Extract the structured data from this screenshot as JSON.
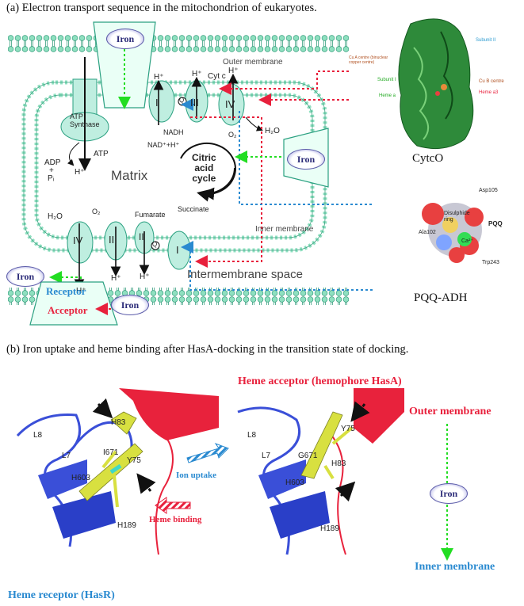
{
  "titles": {
    "a": "(a)  Electron transport sequence in the mitochondrion of eukaryotes.",
    "b": "(b)  Iron uptake and heme binding after HasA-docking in the transition state of docking."
  },
  "iron_label": "Iron",
  "membranes": {
    "outer": "Outer membrane",
    "inner": "Inner membrane",
    "intermembrane": "Intermembrane space",
    "matrix": "Matrix"
  },
  "complexes": {
    "I": "I",
    "II": "II",
    "III": "III",
    "IV": "IV",
    "cytc": "Cyt c",
    "q": "Q"
  },
  "atp": {
    "synthase": "ATP\nSynthase",
    "atp": "ATP",
    "adp": "ADP",
    "plus": "+",
    "pi": "Pᵢ",
    "hplus": "H⁺"
  },
  "metabolites": {
    "nadh": "NADH",
    "nad": "NAD⁺+H⁺",
    "h2o": "H₂O",
    "o2": "O₂",
    "fumarate": "Fumarate",
    "succinate": "Succinate",
    "citric": "Citric\nacid\ncycle"
  },
  "receptor": "Receptor",
  "acceptor": "Acceptor",
  "cytco": {
    "name": "CytcO",
    "labels": [
      "Subunit II",
      "Cu A centre (binuclear copper centre)",
      "Subunit I",
      "Cu B centre",
      "Heme a",
      "Heme a3"
    ]
  },
  "pqq": {
    "name": "PQQ-ADH",
    "labels": [
      "Asp105",
      "Disulphide ring",
      "PQQ",
      "Ala102",
      "Ca²⁺",
      "Trp243"
    ]
  },
  "panel_b": {
    "heme_acceptor": "Heme acceptor (hemophore HasA)",
    "heme_receptor": "Heme receptor (HasR)",
    "outer": "Outer membrane",
    "inner": "Inner membrane",
    "ion_uptake": "Ion uptake",
    "heme_binding": "Heme binding",
    "left_residues": [
      "L8",
      "H83",
      "L7",
      "I671",
      "Y75",
      "H603",
      "H189"
    ],
    "right_residues": [
      "L8",
      "Y75",
      "L7",
      "G671",
      "H83",
      "H603",
      "H189"
    ]
  },
  "colors": {
    "membrane_head": "#8fe0c0",
    "complex": "#bfeee0",
    "red_arrow": "#e8203c",
    "blue_arrow": "#2a8ad0",
    "green_arrow": "#22dd22",
    "helix_blue": "#3a4fd8",
    "helix_red": "#e8223c",
    "ligand": "#d8e040",
    "text_red": "#e8203c",
    "text_blue": "#2a8ad0",
    "iron_navy": "#2b2b78"
  }
}
